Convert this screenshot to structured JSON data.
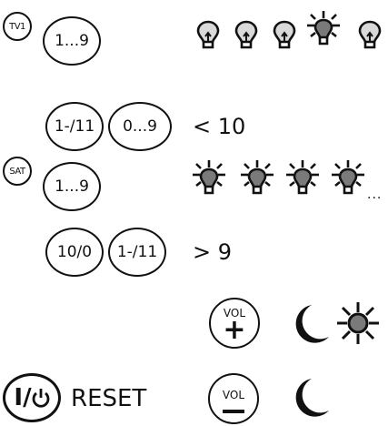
{
  "rows": {
    "tv1": {
      "label": "TV1",
      "digits": "1...9"
    },
    "tv_two_digit": {
      "left": "1-/11",
      "right": "0...9",
      "caption": "< 10"
    },
    "sat": {
      "label": "SAT",
      "digits": "1...9",
      "ellipsis": "..."
    },
    "sat_two_digit": {
      "left": "10/0",
      "right": "1-/11",
      "caption": "> 9"
    },
    "vol_up": {
      "top": "VOL",
      "sign": "+"
    },
    "reset": {
      "caption": "RESET"
    },
    "vol_down": {
      "top": "VOL",
      "sign": "–"
    }
  },
  "icons": {
    "lamp_off": "lightbulb-off-icon",
    "lamp_on": "lightbulb-on-icon",
    "moon": "crescent-moon-icon",
    "sun": "sun-icon",
    "power": "power-icon"
  },
  "colors": {
    "ink": "#111111",
    "lamp_off_fill": "#d9d9d9",
    "lamp_on_fill": "#7a7a7a"
  }
}
